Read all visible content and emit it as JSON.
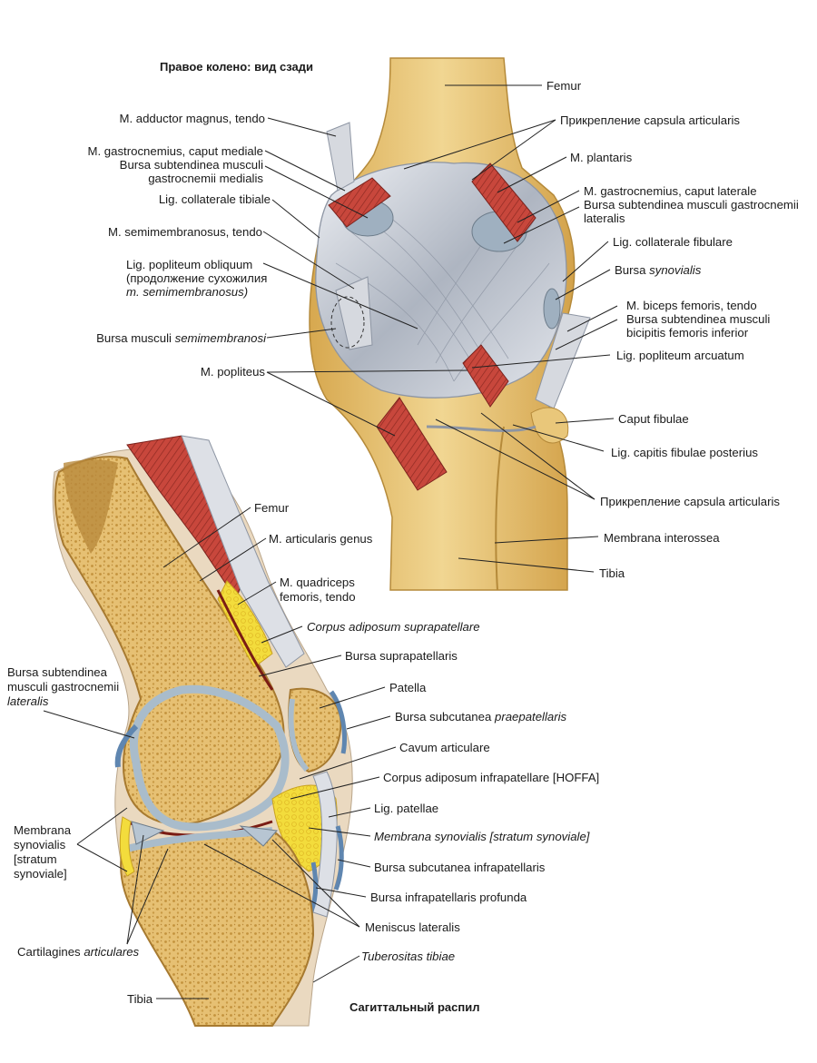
{
  "titles": {
    "top": "Правое колено: вид сзади",
    "bottom": "Сагиттальный распил"
  },
  "posterior_view": {
    "right": {
      "femur": "Femur",
      "capsula_top": "Прикрепление capsula articularis",
      "plantaris": "M. plantaris",
      "gastro_lat_1": "M. gastrocnemius, caput laterale",
      "gastro_lat_2": "Bursa subtendinea musculi gastrocnemii",
      "gastro_lat_3": "lateralis",
      "coll_fib": "Lig. collaterale fibulare",
      "bursa_syn_a": "Bursa ",
      "bursa_syn_b": "synovialis",
      "biceps_1": "M. biceps femoris, tendo",
      "biceps_2": "Bursa subtendinea musculi",
      "biceps_3": "bicipitis femoris inferior",
      "arcuatum": "Lig. popliteum arcuatum",
      "caput_fib": "Caput fibulae",
      "lig_capitis": "Lig. capitis fibulae posterius",
      "capsula_bottom": "Прикрепление capsula articularis",
      "membrana_inter": "Membrana interossea",
      "tibia": "Tibia"
    },
    "left": {
      "adductor": "M. adductor magnus, tendo",
      "gastro_med_1": "M. gastrocnemius, caput mediale",
      "gastro_med_2": "Bursa subtendinea musculi",
      "gastro_med_3": "gastrocnemii medialis",
      "coll_tib": "Lig. collaterale tibiale",
      "semimem": "M. semimembranosus, tendo",
      "obliquum_1": "Lig. popliteum obliquum",
      "obliquum_2": "(продолжение сухожилия",
      "obliquum_3": "m. semimembranosus)",
      "bursa_semi_a": "Bursa musculi ",
      "bursa_semi_b": "semimembranosi",
      "popliteus": "M. popliteus"
    }
  },
  "sagittal_view": {
    "right": {
      "femur": "Femur",
      "articularis": "M. articularis genus",
      "quadriceps_1": "M. quadriceps",
      "quadriceps_2": "femoris, tendo",
      "corpus_supra": "Corpus adiposum suprapatellare",
      "bursa_supra": "Bursa suprapatellaris",
      "patella": "Patella",
      "bursa_subcut_prae_a": "Bursa subcutanea ",
      "bursa_subcut_prae_b": "praepatellaris",
      "cavum": "Cavum articulare",
      "corpus_infra": "Corpus adiposum infrapatellare [HOFFA]",
      "lig_patellae": "Lig. patellae",
      "membrana_syn_a": "Membrana synovialis ",
      "membrana_syn_b": "[stratum synoviale]",
      "bursa_subcut_infra": "Bursa subcutanea infrapatellaris",
      "bursa_infra_prof": "Bursa infrapatellaris profunda",
      "meniscus": "Meniscus lateralis",
      "tuberositas": "Tuberositas tibiae"
    },
    "left": {
      "bursa_gastro_1": "Bursa subtendinea",
      "bursa_gastro_2": "musculi gastrocnemii",
      "bursa_gastro_3": "lateralis",
      "membrana_1": "Membrana",
      "membrana_2": "synovialis",
      "membrana_3": "[stratum",
      "membrana_4": "synoviale]",
      "cartilagines_a": "Cartilagines ",
      "cartilagines_b": "articulares",
      "tibia": "Tibia"
    }
  },
  "colors": {
    "bone": "#e9c77a",
    "bone_dark": "#c99a3e",
    "muscle": "#c8473c",
    "ligament": "#d9dde4",
    "ligament_shade": "#8d95a3",
    "cartilage": "#a9bccb",
    "fat": "#f2d93a",
    "marrow": "#b98a3c"
  }
}
